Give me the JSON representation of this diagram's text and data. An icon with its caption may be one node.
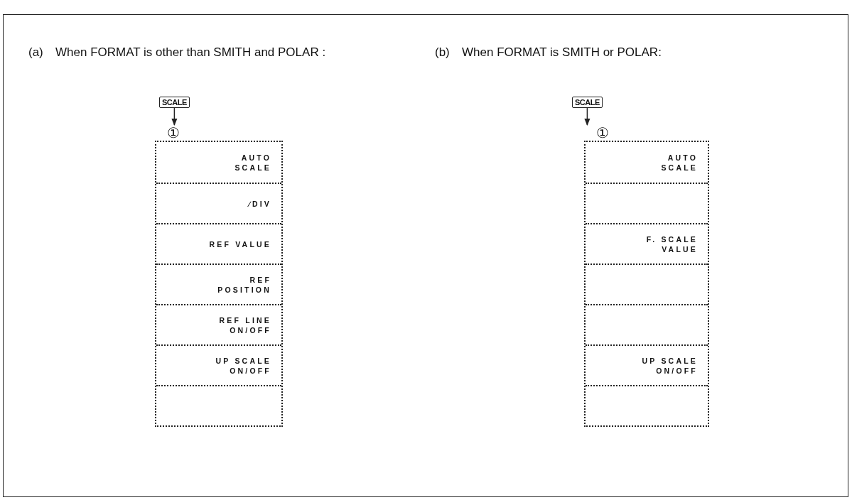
{
  "diagram": {
    "nodes": [
      {
        "text": [
          "SCALE"
        ]
      },
      {
        "text": [],
        "shape": "box",
        "beside": [
          "①"
        ]
      },
      {
        "text": [
          "AUTO SCALE"
        ],
        "in": 1
      },
      {
        "text": [
          "∕DIV"
        ],
        "in": 1
      },
      {
        "text": [
          "REF VALUE"
        ],
        "in": 1
      },
      {
        "text": [
          "REF POSITION"
        ],
        "in": 1
      },
      {
        "text": [
          "REF LINE ON/OFF"
        ],
        "in": 1
      },
      {
        "text": [
          "UP SCALE ON/OFF"
        ],
        "in": 1
      },
      {
        "text": [],
        "shape": "box",
        "in": 1
      },
      {
        "text": [
          "SCALE"
        ]
      },
      {
        "text": [],
        "shape": "box",
        "beside": [
          "①"
        ]
      },
      {
        "text": [
          "AUTO SCALE"
        ],
        "in": 10
      },
      {
        "text": [],
        "shape": "box",
        "in": 10
      },
      {
        "text": [
          "F. SCALE VALUE"
        ],
        "in": 10
      },
      {
        "text": [],
        "shape": "box",
        "in": 10
      },
      {
        "text": [],
        "shape": "box",
        "in": 10
      },
      {
        "text": [
          "UP SCALE ON/OFF"
        ],
        "in": 10
      },
      {
        "text": [],
        "shape": "box",
        "in": 10
      }
    ],
    "edges": [
      {
        "from": 0,
        "to": 1,
        "arrow": "to"
      },
      {
        "from": 9,
        "to": 10,
        "arrow": "to"
      }
    ],
    "labels": [
      "(a)",
      "When FORMAT is other than SMITH and POLAR :",
      "(b)",
      "When FORMAT is SMITH or POLAR:"
    ]
  }
}
